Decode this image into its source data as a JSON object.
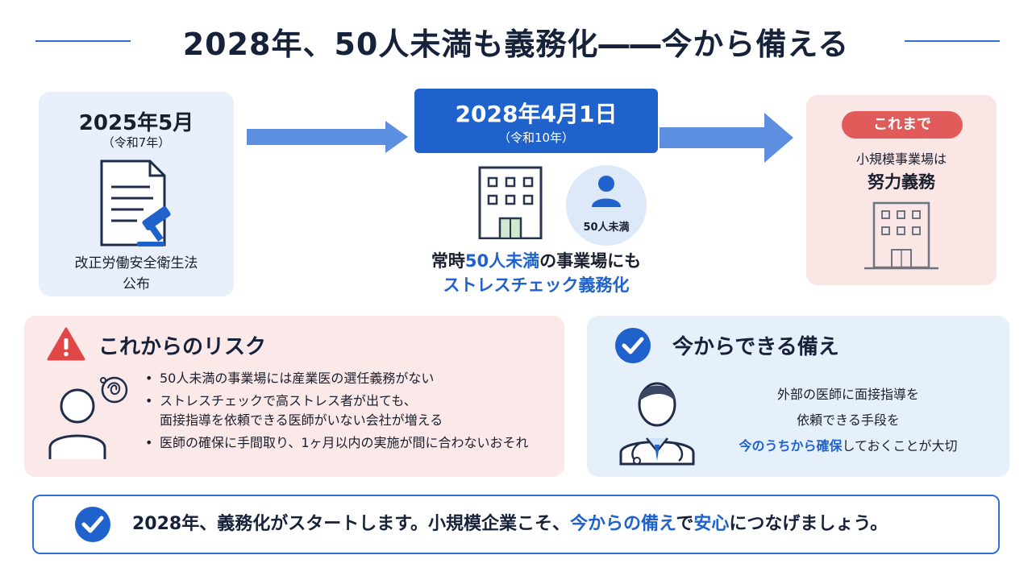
{
  "title": "2028年、50人未満も義務化――今から備える",
  "timeline": {
    "left": {
      "date": "2025年5月",
      "era": "（令和7年）",
      "caption_line1": "改正労働安全衛生法",
      "caption_line2": "公布"
    },
    "center": {
      "date": "2028年4月1日",
      "era": "（令和10年）",
      "badge_label": "50人未満",
      "caption_part1": "常時",
      "caption_highlight": "50人未満",
      "caption_part2": "の事業場にも",
      "caption_line2": "ストレスチェック義務化"
    },
    "right": {
      "pill": "これまで",
      "line1": "小規模事業場は",
      "line2": "努力義務"
    }
  },
  "risk": {
    "title": "これからのリスク",
    "bullets": [
      "50人未満の事業場には産業医の選任義務がない",
      "ストレスチェックで高ストレス者が出ても、",
      "面接指導を依頼できる医師がいない会社が増える",
      "医師の確保に手間取り、1ヶ月以内の実施が間に合わないおそれ"
    ]
  },
  "prep": {
    "title": "今からできる備え",
    "line1": "外部の医師に面接指導を",
    "line2": "依頼できる手段を",
    "line3_highlight": "今のうちから確保",
    "line3_rest": "しておくことが大切"
  },
  "footer": {
    "part1": "2028年、義務化がスタートします。小規模企業こそ、",
    "highlight1": "今からの備え",
    "part2": "で",
    "highlight2": "安心",
    "part3": "につなげましょう。"
  },
  "colors": {
    "accent_blue": "#1f62cc",
    "risk_red": "#e25b5b",
    "risk_bg": "#fbe8e8",
    "prep_bg": "#e6f0fb"
  }
}
